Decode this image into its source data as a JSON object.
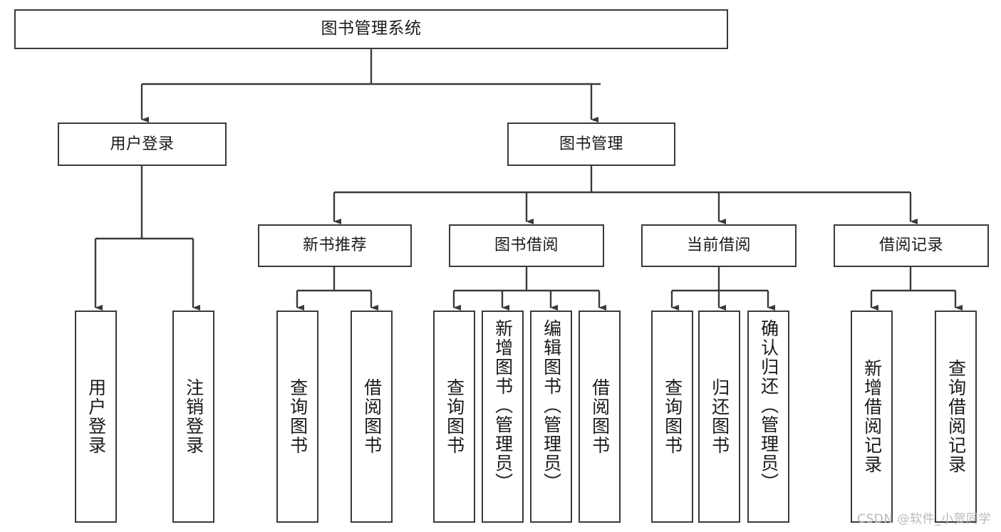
{
  "diagram": {
    "title": "图书管理系统",
    "type": "tree-hierarchy",
    "watermark": "CSDN @软件_小贺同学",
    "colors": {
      "box_border": "#3a3a3a",
      "box_fill": "#ffffff",
      "connector": "#3a3a3a",
      "text": "#1a1a1a",
      "watermark": "#b9b9b9",
      "background": "#ffffff"
    },
    "levels": {
      "level0": [
        {
          "id": "root",
          "label": "图书管理系统",
          "orientation": "horizontal"
        }
      ],
      "level1": [
        {
          "id": "user-login",
          "label": "用户登录",
          "orientation": "horizontal",
          "parent": "root"
        },
        {
          "id": "book-manage",
          "label": "图书管理",
          "orientation": "horizontal",
          "parent": "root"
        }
      ],
      "level2": [
        {
          "id": "new-book-recommend",
          "label": "新书推荐",
          "orientation": "horizontal",
          "parent": "book-manage"
        },
        {
          "id": "book-borrow",
          "label": "图书借阅",
          "orientation": "horizontal",
          "parent": "book-manage"
        },
        {
          "id": "current-borrow",
          "label": "当前借阅",
          "orientation": "horizontal",
          "parent": "book-manage"
        },
        {
          "id": "borrow-record",
          "label": "借阅记录",
          "orientation": "horizontal",
          "parent": "book-manage"
        }
      ],
      "level3": [
        {
          "id": "leaf-user-login",
          "label": "用户登录",
          "orientation": "vertical",
          "parent": "user-login"
        },
        {
          "id": "leaf-user-logout",
          "label": "注销登录",
          "orientation": "vertical",
          "parent": "user-login"
        },
        {
          "id": "leaf-query-book-1",
          "label": "查询图书",
          "orientation": "vertical",
          "parent": "new-book-recommend"
        },
        {
          "id": "leaf-borrow-book-1",
          "label": "借阅图书",
          "orientation": "vertical",
          "parent": "new-book-recommend"
        },
        {
          "id": "leaf-query-book-2",
          "label": "查询图书",
          "orientation": "vertical",
          "parent": "book-borrow"
        },
        {
          "id": "leaf-add-book",
          "label": "新增图书（管理员）",
          "orientation": "vertical",
          "parent": "book-borrow"
        },
        {
          "id": "leaf-edit-book",
          "label": "编辑图书（管理员）",
          "orientation": "vertical",
          "parent": "book-borrow"
        },
        {
          "id": "leaf-borrow-book-2",
          "label": "借阅图书",
          "orientation": "vertical",
          "parent": "book-borrow"
        },
        {
          "id": "leaf-query-book-3",
          "label": "查询图书",
          "orientation": "vertical",
          "parent": "current-borrow"
        },
        {
          "id": "leaf-return-book",
          "label": "归还图书",
          "orientation": "vertical",
          "parent": "current-borrow"
        },
        {
          "id": "leaf-confirm-return",
          "label": "确认归还（管理员）",
          "orientation": "vertical",
          "parent": "current-borrow"
        },
        {
          "id": "leaf-add-record",
          "label": "新增借阅记录",
          "orientation": "vertical",
          "parent": "borrow-record"
        },
        {
          "id": "leaf-query-record",
          "label": "查询借阅记录",
          "orientation": "vertical",
          "parent": "borrow-record"
        }
      ]
    }
  }
}
